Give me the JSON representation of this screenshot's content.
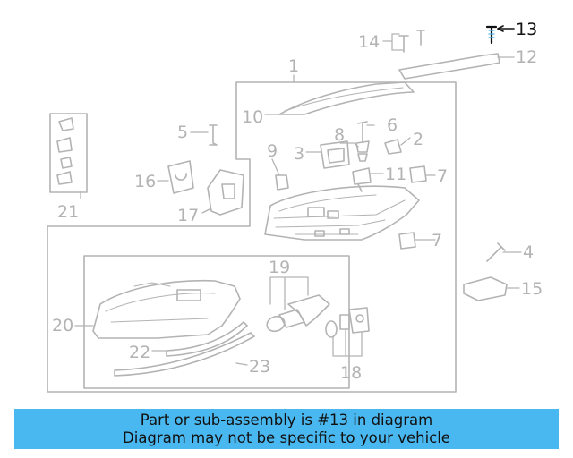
{
  "diagram": {
    "colors": {
      "line": "#b3b3b3",
      "highlight": "#111111",
      "banner": "#4ab8f0"
    },
    "highlighted_part": "13",
    "callouts": [
      "1",
      "2",
      "3",
      "4",
      "5",
      "6",
      "7",
      "7",
      "8",
      "9",
      "10",
      "11",
      "12",
      "13",
      "14",
      "15",
      "16",
      "17",
      "18",
      "19",
      "20",
      "21",
      "22",
      "23"
    ]
  },
  "banner": {
    "line1": "Part or sub-assembly is #13 in diagram",
    "line2": "Diagram may not be specific to your vehicle"
  }
}
